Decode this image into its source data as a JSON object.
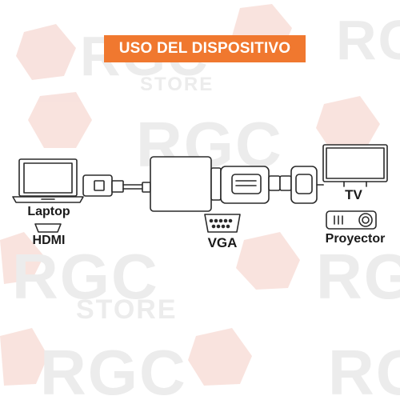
{
  "banner": {
    "text": "USO DEL DISPOSITIVO"
  },
  "labels": {
    "laptop": "Laptop",
    "hdmi": "HDMI",
    "vga": "VGA",
    "tv": "TV",
    "projector": "Proyector"
  },
  "watermark": {
    "brand": "RGC",
    "sub": "STORE"
  },
  "colors": {
    "accent": "#f0782f",
    "line": "#2a2a2a",
    "watermark_text": "#ececec",
    "watermark_logo": "#f6d9d3"
  }
}
